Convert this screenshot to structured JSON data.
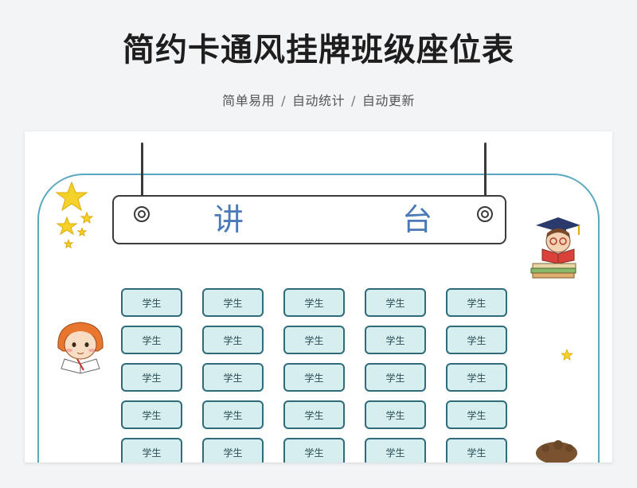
{
  "header": {
    "title": "简约卡通风挂牌班级座位表",
    "features": [
      "简单易用",
      "自动统计",
      "自动更新"
    ],
    "separator": "/"
  },
  "sheet": {
    "podium_chars": [
      "讲",
      "台"
    ],
    "seat_columns": 5,
    "seats": [
      "学生",
      "学生",
      "学生",
      "学生",
      "学生",
      "学生",
      "学生",
      "学生",
      "学生",
      "学生",
      "学生",
      "学生",
      "学生",
      "学生",
      "学生",
      "学生",
      "学生",
      "学生",
      "学生",
      "学生",
      "学生",
      "学生",
      "学生",
      "学生",
      "学生"
    ]
  },
  "colors": {
    "frame": "#5aa7c0",
    "seat_fill": "#d6efee",
    "seat_border": "#2f6b7a",
    "podium_text": "#4a7ab8",
    "star": "#f5d22a"
  },
  "icons": {
    "stars": "star-icon",
    "boy_reading": "boy-reading-books-icon",
    "girl_writing": "girl-writing-icon",
    "tree": "tree-icon"
  }
}
